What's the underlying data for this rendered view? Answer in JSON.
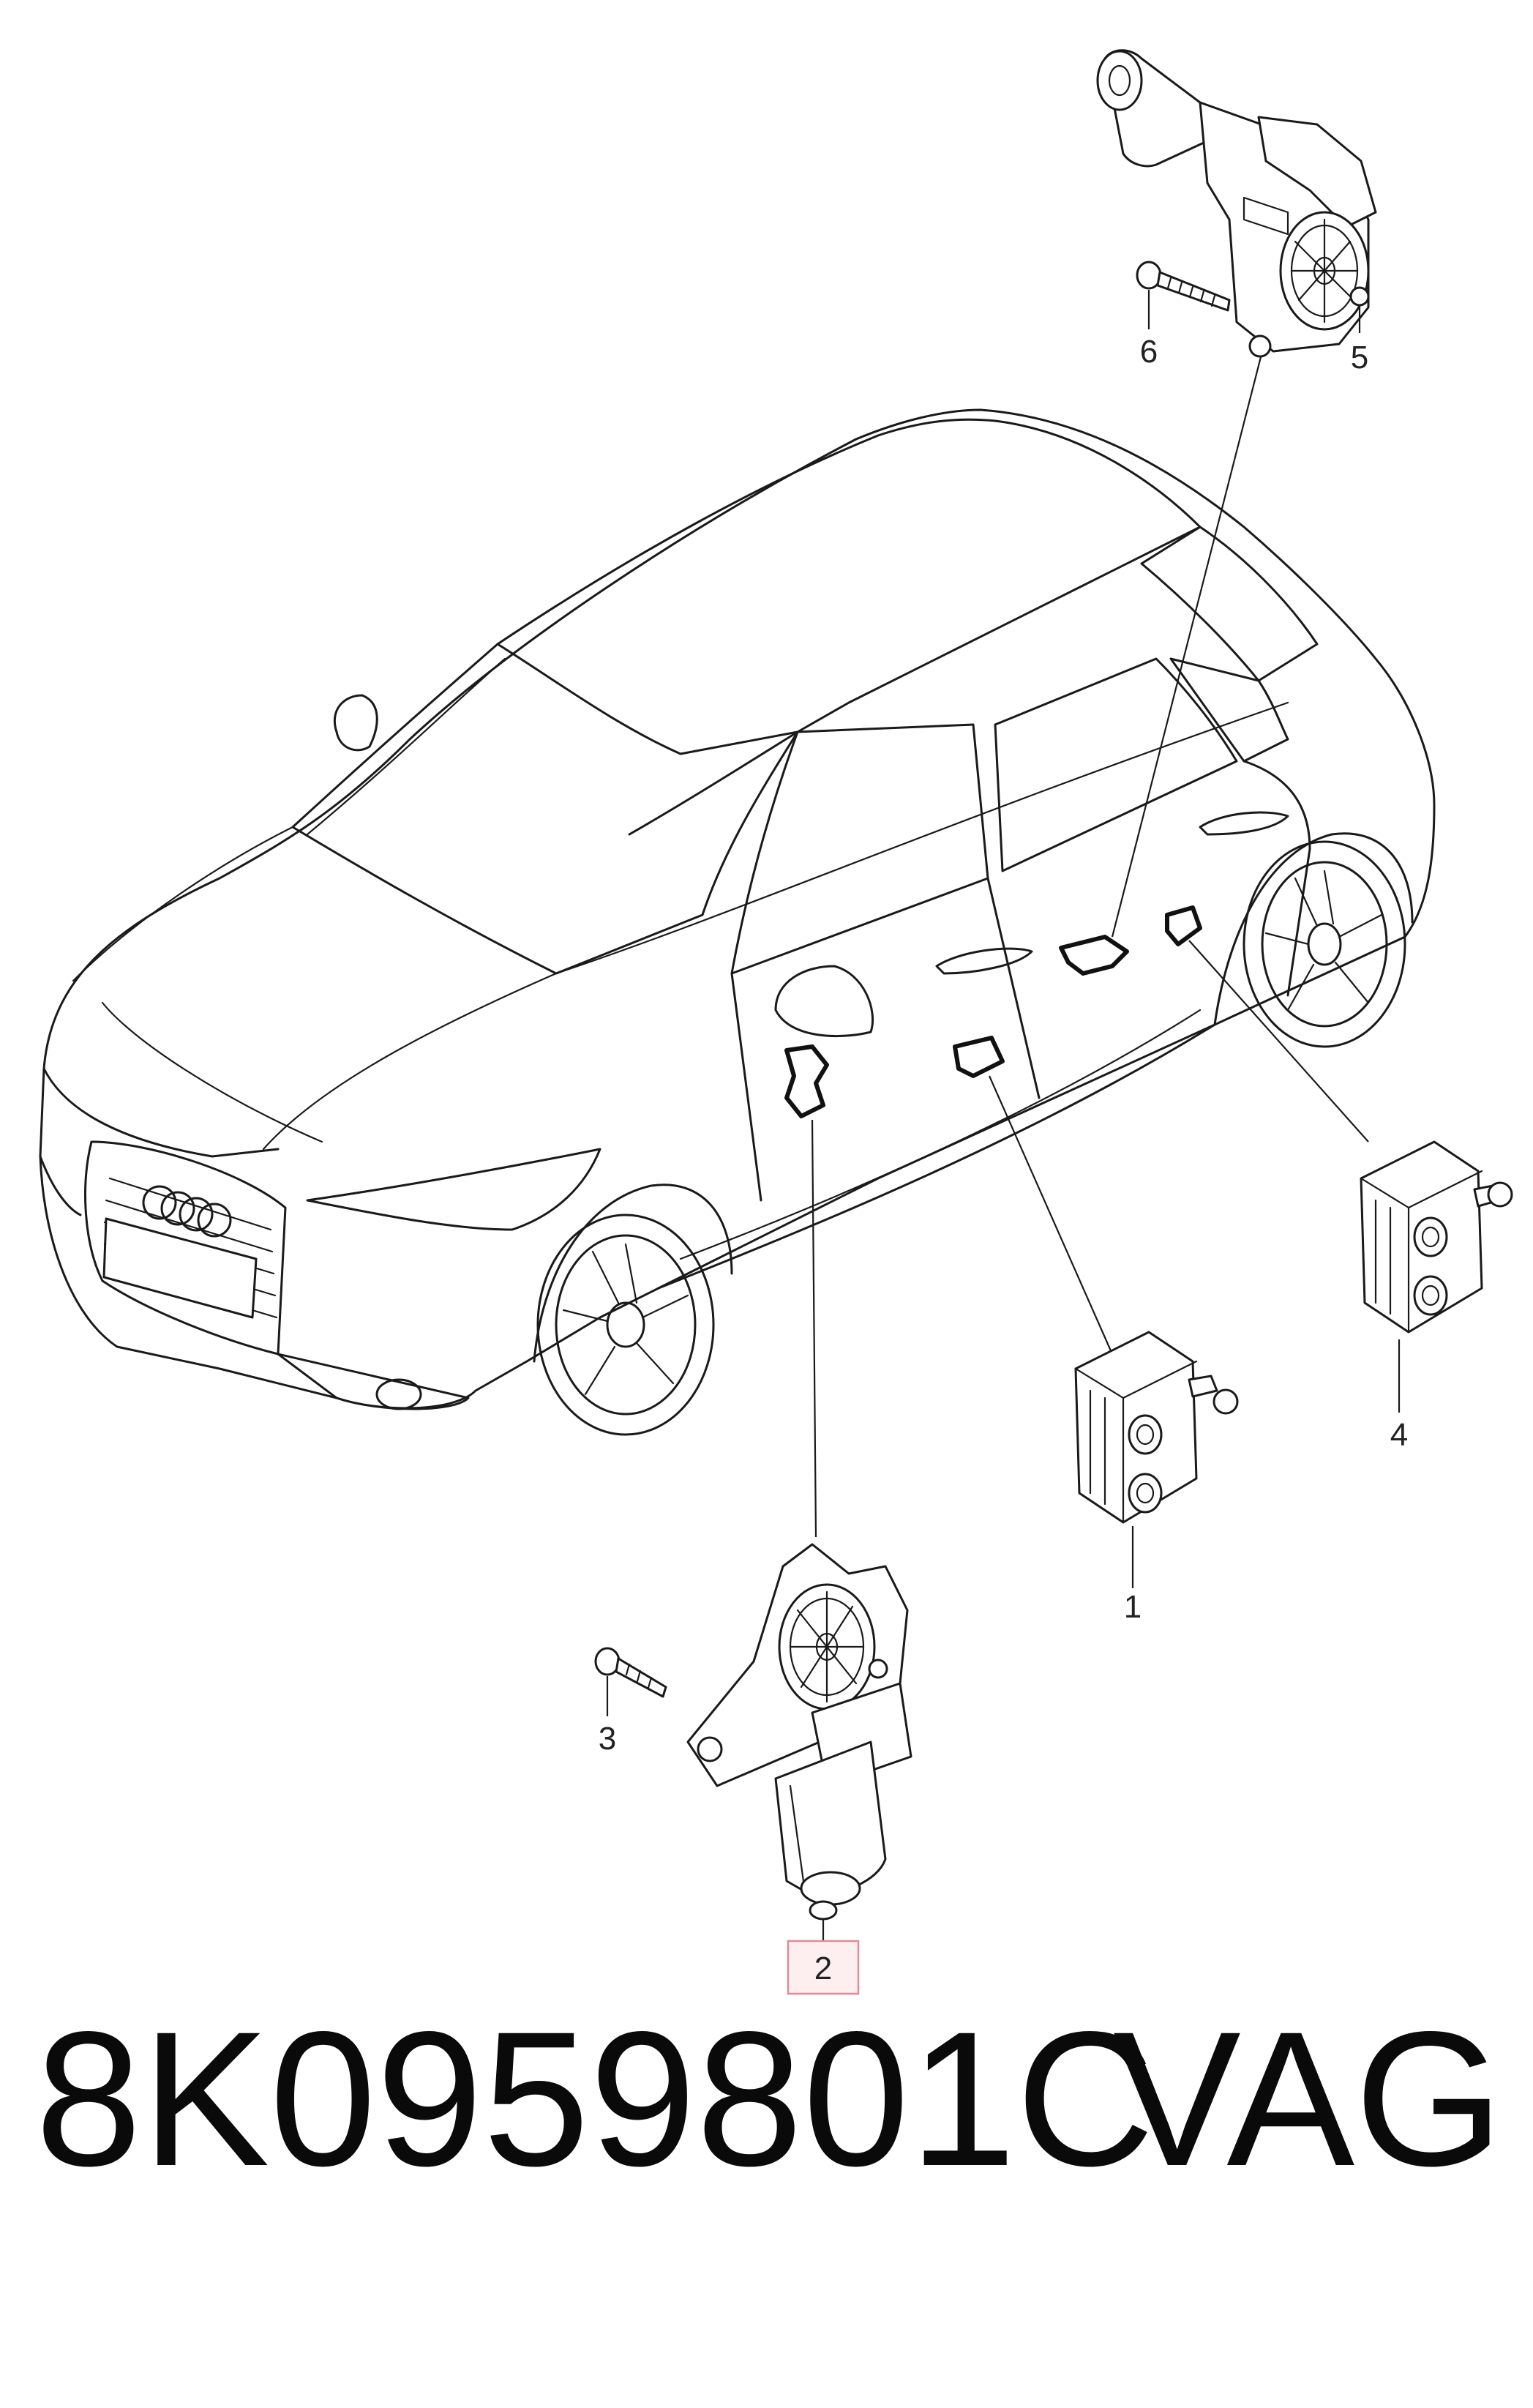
{
  "diagram": {
    "callouts": [
      "1",
      "2",
      "3",
      "4",
      "5",
      "6"
    ],
    "highlighted_callout": "2"
  },
  "footer": {
    "part_number": "8K0959801C",
    "brand": "VAG"
  }
}
